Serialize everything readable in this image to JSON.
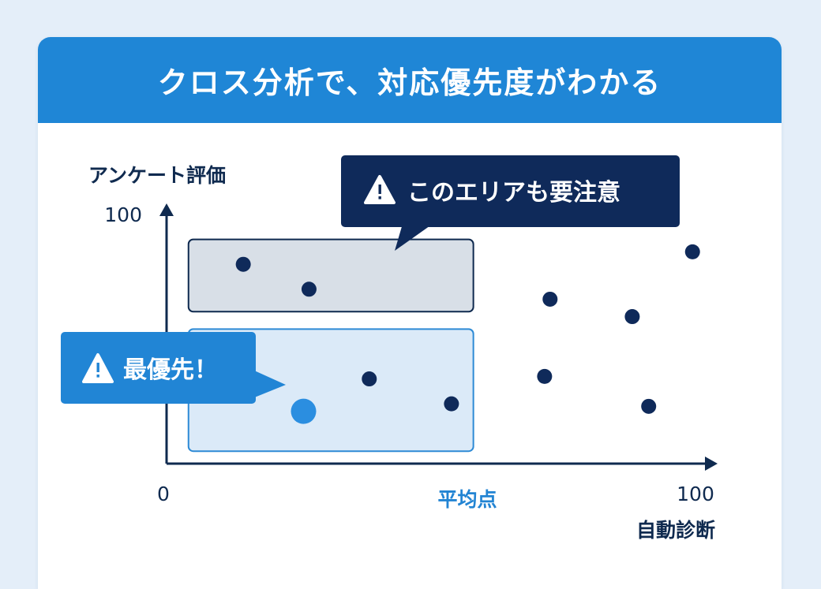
{
  "header": {
    "title": "クロス分析で、対応優先度がわかる"
  },
  "callouts": {
    "caution": {
      "text": "このエリアも要注意",
      "icon": "warning-icon",
      "color": "#0f2a5a"
    },
    "priority": {
      "text": "最優先！",
      "icon": "warning-icon",
      "color": "#2185d5"
    }
  },
  "chart_data": {
    "type": "scatter",
    "title": "",
    "xlabel": "自動診断",
    "ylabel": "アンケート評価",
    "xlim": [
      0,
      100
    ],
    "ylim": [
      0,
      100
    ],
    "x_ticks": [
      {
        "value": 0,
        "label": "0"
      },
      {
        "value": 50,
        "label": "平均点"
      },
      {
        "value": 100,
        "label": "100"
      }
    ],
    "y_ticks": [
      {
        "value": 100,
        "label": "100"
      }
    ],
    "grid": false,
    "regions": [
      {
        "name": "caution",
        "x": [
          4,
          56
        ],
        "y": [
          61,
          90
        ],
        "fill": "#d8dfe7",
        "stroke": "#0f2a4f"
      },
      {
        "name": "priority",
        "x": [
          4,
          56
        ],
        "y": [
          5,
          54
        ],
        "fill": "#dbeaf8",
        "stroke": "#2d8ad5"
      }
    ],
    "points": [
      {
        "x": 14,
        "y": 80
      },
      {
        "x": 26,
        "y": 70
      },
      {
        "x": 37,
        "y": 34
      },
      {
        "x": 52,
        "y": 24
      },
      {
        "x": 70,
        "y": 66
      },
      {
        "x": 69,
        "y": 35
      },
      {
        "x": 85,
        "y": 59
      },
      {
        "x": 88,
        "y": 23
      },
      {
        "x": 96,
        "y": 85
      },
      {
        "x": 25,
        "y": 21,
        "highlight": true
      }
    ],
    "colors": {
      "point": "#0f2a5a",
      "highlight": "#2b8ee0",
      "axis": "#0f2a4f"
    }
  }
}
